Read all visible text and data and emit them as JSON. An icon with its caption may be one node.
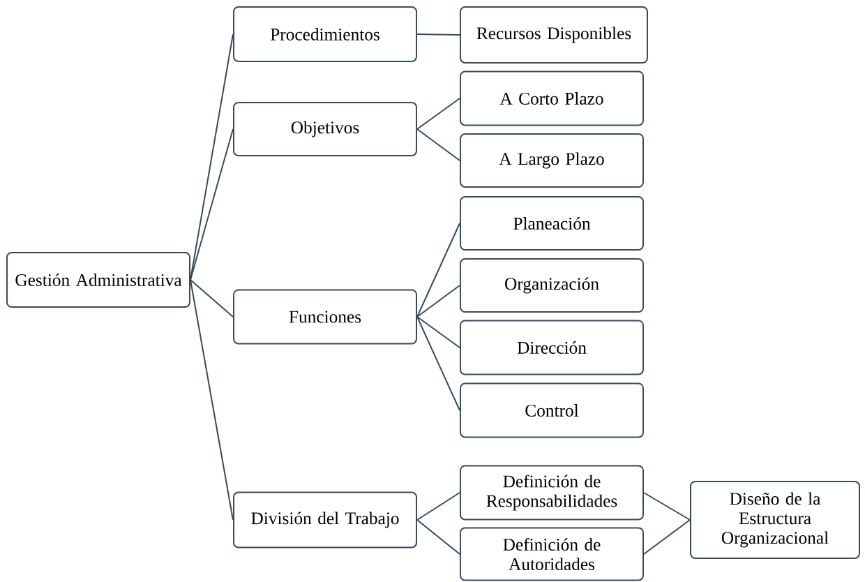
{
  "diagram": {
    "nodes": [
      {
        "text": [
          "Gestión Administrativa"
        ]
      },
      {
        "text": [
          "Procedimientos"
        ]
      },
      {
        "text": [
          "Recursos Disponibles"
        ]
      },
      {
        "text": [
          "Objetivos"
        ]
      },
      {
        "text": [
          "A Corto Plazo"
        ]
      },
      {
        "text": [
          "A Largo Plazo"
        ]
      },
      {
        "text": [
          "Funciones"
        ]
      },
      {
        "text": [
          "Planeación"
        ]
      },
      {
        "text": [
          "Organización"
        ]
      },
      {
        "text": [
          "Dirección"
        ]
      },
      {
        "text": [
          "Control"
        ]
      },
      {
        "text": [
          "División del Trabajo"
        ]
      },
      {
        "text": [
          "Definición de Responsabilidades"
        ]
      },
      {
        "text": [
          "Definición de Autoridades"
        ]
      },
      {
        "text": [
          "Diseño de la Estructura Organizacional"
        ]
      }
    ],
    "edges": [
      {
        "from": 0,
        "to": 1,
        "arrow": "none"
      },
      {
        "from": 0,
        "to": 3,
        "arrow": "none"
      },
      {
        "from": 0,
        "to": 6,
        "arrow": "none"
      },
      {
        "from": 0,
        "to": 11,
        "arrow": "none"
      },
      {
        "from": 1,
        "to": 2,
        "arrow": "none"
      },
      {
        "from": 3,
        "to": 4,
        "arrow": "none"
      },
      {
        "from": 3,
        "to": 5,
        "arrow": "none"
      },
      {
        "from": 6,
        "to": 7,
        "arrow": "none"
      },
      {
        "from": 6,
        "to": 8,
        "arrow": "none"
      },
      {
        "from": 6,
        "to": 9,
        "arrow": "none"
      },
      {
        "from": 6,
        "to": 10,
        "arrow": "none"
      },
      {
        "from": 11,
        "to": 12,
        "arrow": "none"
      },
      {
        "from": 11,
        "to": 13,
        "arrow": "none"
      },
      {
        "from": 12,
        "to": 14,
        "arrow": "none"
      },
      {
        "from": 13,
        "to": 14,
        "arrow": "none"
      }
    ]
  }
}
